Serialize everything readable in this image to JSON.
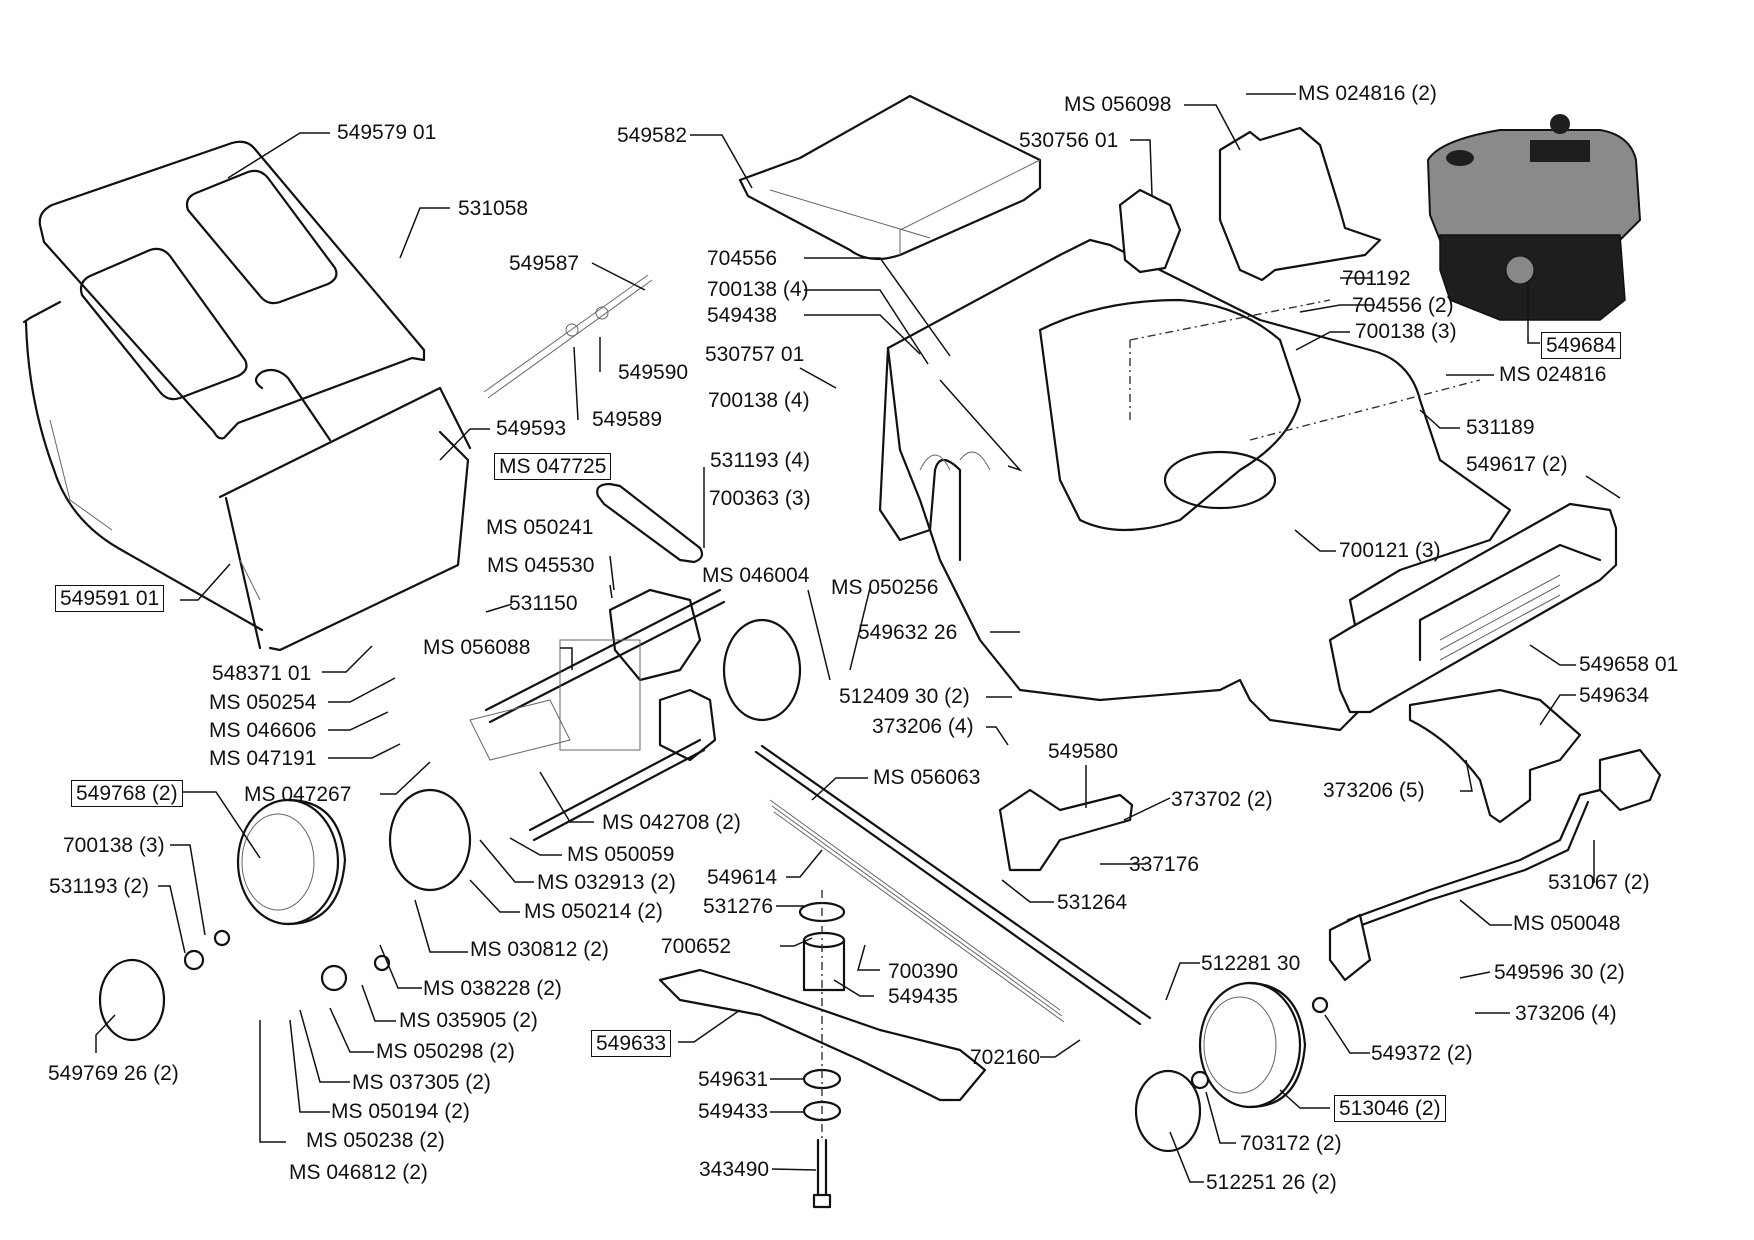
{
  "diagram": {
    "title": "Lawn mower exploded parts diagram",
    "labels": [
      {
        "id": "549579-01",
        "text": "549579 01",
        "boxed": false
      },
      {
        "id": "531058",
        "text": "531058",
        "boxed": false
      },
      {
        "id": "549587",
        "text": "549587",
        "boxed": false
      },
      {
        "id": "549582",
        "text": "549582",
        "boxed": false
      },
      {
        "id": "704556",
        "text": "704556",
        "boxed": false
      },
      {
        "id": "700138-4a",
        "text": "700138 (4)",
        "boxed": false
      },
      {
        "id": "549438",
        "text": "549438",
        "boxed": false
      },
      {
        "id": "530757-01",
        "text": "530757 01",
        "boxed": false
      },
      {
        "id": "700138-4b",
        "text": "700138 (4)",
        "boxed": false
      },
      {
        "id": "531193-4",
        "text": "531193 (4)",
        "boxed": false
      },
      {
        "id": "700363-3",
        "text": "700363 (3)",
        "boxed": false
      },
      {
        "id": "549590",
        "text": "549590",
        "boxed": false
      },
      {
        "id": "549589",
        "text": "549589",
        "boxed": false
      },
      {
        "id": "549593",
        "text": "549593",
        "boxed": false
      },
      {
        "id": "ms-047725",
        "text": "MS 047725",
        "boxed": true
      },
      {
        "id": "ms-050241",
        "text": "MS 050241",
        "boxed": false
      },
      {
        "id": "ms-045530",
        "text": "MS 045530",
        "boxed": false
      },
      {
        "id": "531150",
        "text": "531150",
        "boxed": false
      },
      {
        "id": "549591-01",
        "text": "549591 01",
        "boxed": true
      },
      {
        "id": "ms-056088",
        "text": "MS 056088",
        "boxed": false
      },
      {
        "id": "548371-01",
        "text": "548371 01",
        "boxed": false
      },
      {
        "id": "ms-050254",
        "text": "MS 050254",
        "boxed": false
      },
      {
        "id": "ms-046606",
        "text": "MS 046606",
        "boxed": false
      },
      {
        "id": "ms-047191",
        "text": "MS 047191",
        "boxed": false
      },
      {
        "id": "ms-047267",
        "text": "MS 047267",
        "boxed": false
      },
      {
        "id": "549768-2",
        "text": "549768 (2)",
        "boxed": true
      },
      {
        "id": "700138-3a",
        "text": "700138 (3)",
        "boxed": false
      },
      {
        "id": "531193-2",
        "text": "531193 (2)",
        "boxed": false
      },
      {
        "id": "549769-26-2",
        "text": "549769 26 (2)",
        "boxed": false
      },
      {
        "id": "ms-046004",
        "text": "MS 046004",
        "boxed": false
      },
      {
        "id": "ms-050256",
        "text": "MS 050256",
        "boxed": false
      },
      {
        "id": "549632-26",
        "text": "549632 26",
        "boxed": false
      },
      {
        "id": "ms-042708-2",
        "text": "MS 042708 (2)",
        "boxed": false
      },
      {
        "id": "ms-050059",
        "text": "MS 050059",
        "boxed": false
      },
      {
        "id": "ms-032913-2",
        "text": "MS 032913 (2)",
        "boxed": false
      },
      {
        "id": "ms-050214-2",
        "text": "MS 050214 (2)",
        "boxed": false
      },
      {
        "id": "ms-030812-2",
        "text": "MS 030812 (2)",
        "boxed": false
      },
      {
        "id": "ms-038228-2",
        "text": "MS 038228 (2)",
        "boxed": false
      },
      {
        "id": "ms-035905-2",
        "text": "MS 035905 (2)",
        "boxed": false
      },
      {
        "id": "ms-050298-2",
        "text": "MS 050298 (2)",
        "boxed": false
      },
      {
        "id": "ms-037305-2",
        "text": "MS 037305 (2)",
        "boxed": false
      },
      {
        "id": "ms-050194-2",
        "text": "MS 050194 (2)",
        "boxed": false
      },
      {
        "id": "ms-050238-2",
        "text": "MS 050238 (2)",
        "boxed": false
      },
      {
        "id": "ms-046812-2",
        "text": "MS 046812 (2)",
        "boxed": false
      },
      {
        "id": "ms-056063",
        "text": "MS 056063",
        "boxed": false
      },
      {
        "id": "549614",
        "text": "549614",
        "boxed": false
      },
      {
        "id": "531276",
        "text": "531276",
        "boxed": false
      },
      {
        "id": "700652",
        "text": "700652",
        "boxed": false
      },
      {
        "id": "700390",
        "text": "700390",
        "boxed": false
      },
      {
        "id": "549435",
        "text": "549435",
        "boxed": false
      },
      {
        "id": "549633",
        "text": "549633",
        "boxed": true
      },
      {
        "id": "549631",
        "text": "549631",
        "boxed": false
      },
      {
        "id": "549433",
        "text": "549433",
        "boxed": false
      },
      {
        "id": "343490",
        "text": "343490",
        "boxed": false
      },
      {
        "id": "702160",
        "text": "702160",
        "boxed": false
      },
      {
        "id": "512409-30-2",
        "text": "512409 30 (2)",
        "boxed": false
      },
      {
        "id": "373206-4a",
        "text": "373206 (4)",
        "boxed": false
      },
      {
        "id": "549580",
        "text": "549580",
        "boxed": false
      },
      {
        "id": "373702-2",
        "text": "373702 (2)",
        "boxed": false
      },
      {
        "id": "337176",
        "text": "337176",
        "boxed": false
      },
      {
        "id": "531264",
        "text": "531264",
        "boxed": false
      },
      {
        "id": "ms-056098",
        "text": "MS 056098",
        "boxed": false
      },
      {
        "id": "530756-01",
        "text": "530756 01",
        "boxed": false
      },
      {
        "id": "ms-024816-2",
        "text": "MS 024816 (2)",
        "boxed": false
      },
      {
        "id": "701192",
        "text": "701192",
        "boxed": false
      },
      {
        "id": "704556-2",
        "text": "704556 (2)",
        "boxed": false
      },
      {
        "id": "700138-3b",
        "text": "700138 (3)",
        "boxed": false
      },
      {
        "id": "549684",
        "text": "549684",
        "boxed": true
      },
      {
        "id": "ms-024816",
        "text": "MS 024816",
        "boxed": false
      },
      {
        "id": "531189",
        "text": "531189",
        "boxed": false
      },
      {
        "id": "549617-2",
        "text": "549617 (2)",
        "boxed": false
      },
      {
        "id": "700121-3",
        "text": "700121 (3)",
        "boxed": false
      },
      {
        "id": "549658-01",
        "text": "549658 01",
        "boxed": false
      },
      {
        "id": "549634",
        "text": "549634",
        "boxed": false
      },
      {
        "id": "373206-5",
        "text": "373206 (5)",
        "boxed": false
      },
      {
        "id": "531067-2",
        "text": "531067 (2)",
        "boxed": false
      },
      {
        "id": "ms-050048",
        "text": "MS 050048",
        "boxed": false
      },
      {
        "id": "512281-30",
        "text": "512281 30",
        "boxed": false
      },
      {
        "id": "549596-30-2",
        "text": "549596 30 (2)",
        "boxed": false
      },
      {
        "id": "373206-4b",
        "text": "373206 (4)",
        "boxed": false
      },
      {
        "id": "549372-2",
        "text": "549372 (2)",
        "boxed": false
      },
      {
        "id": "513046-2",
        "text": "513046 (2)",
        "boxed": true
      },
      {
        "id": "703172-2",
        "text": "703172 (2)",
        "boxed": false
      },
      {
        "id": "512251-26-2",
        "text": "512251 26 (2)",
        "boxed": false
      }
    ]
  }
}
